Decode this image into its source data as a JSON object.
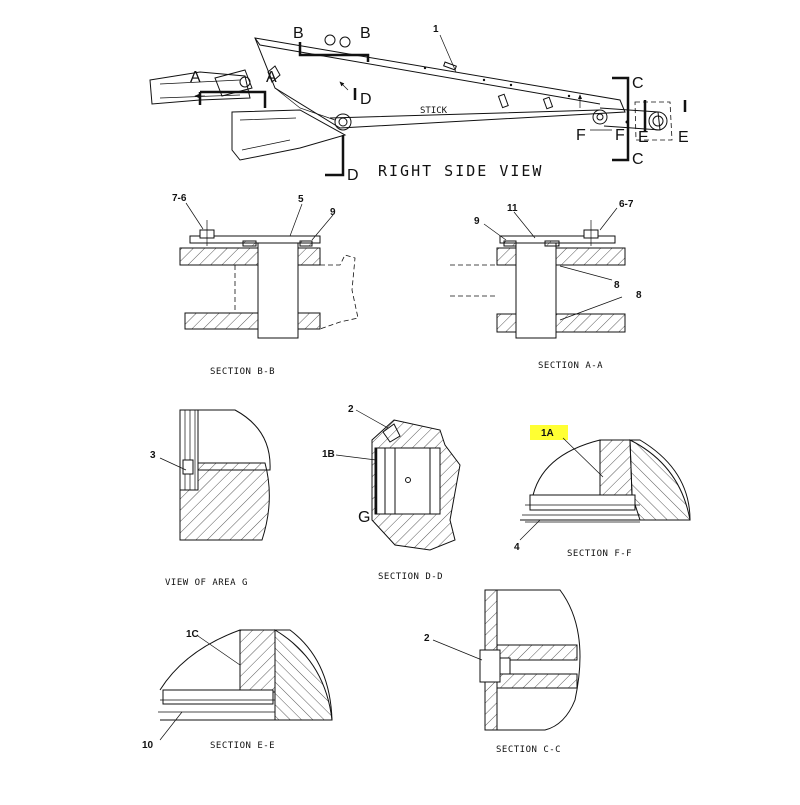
{
  "views": {
    "right_side_title": "RIGHT SIDE VIEW",
    "stick_label": "STICK",
    "section_bb": "SECTION B-B",
    "section_aa": "SECTION A-A",
    "view_area_g": "VIEW OF AREA G",
    "section_dd": "SECTION D-D",
    "section_ff": "SECTION F-F",
    "section_ee": "SECTION E-E",
    "section_cc": "SECTION C-C"
  },
  "cut_letters": {
    "a": "A",
    "b": "B",
    "c": "C",
    "d": "D",
    "e": "E",
    "f": "F",
    "g": "G"
  },
  "callouts": {
    "c1": "1",
    "c7_6": "7-6",
    "c5": "5",
    "c9_bb": "9",
    "c9_aa": "9",
    "c11": "11",
    "c6_7": "6-7",
    "c8_a": "8",
    "c8_b": "8",
    "c2_dd": "2",
    "c3": "3",
    "c1b": "1B",
    "c1a": "1A",
    "c4": "4",
    "c1c": "1C",
    "c2_cc": "2",
    "c10": "10"
  },
  "colors": {
    "highlight": "#ffff33",
    "line": "#111111"
  }
}
